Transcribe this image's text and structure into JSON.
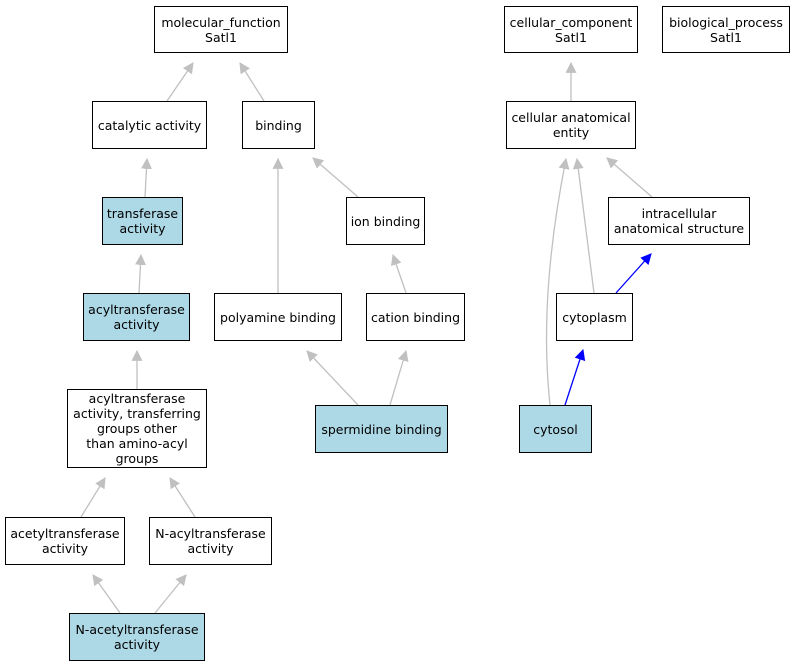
{
  "colors": {
    "highlight_fill": "#add8e6",
    "normal_fill": "#ffffff",
    "edge_default": "#c0c0c0",
    "edge_highlight": "#0000ff",
    "border": "#000000"
  },
  "nodes": {
    "molecular_function": {
      "label": "molecular_function\nSatl1",
      "highlighted": false
    },
    "catalytic_activity": {
      "label": "catalytic activity",
      "highlighted": false
    },
    "binding": {
      "label": "binding",
      "highlighted": false
    },
    "transferase_activity": {
      "label": "transferase\nactivity",
      "highlighted": true
    },
    "ion_binding": {
      "label": "ion binding",
      "highlighted": false
    },
    "acyltransferase_activity": {
      "label": "acyltransferase\nactivity",
      "highlighted": true
    },
    "polyamine_binding": {
      "label": "polyamine binding",
      "highlighted": false
    },
    "cation_binding": {
      "label": "cation binding",
      "highlighted": false
    },
    "acyltransferase_other": {
      "label": "acyltransferase\nactivity, transferring\ngroups other\nthan amino-acyl\ngroups",
      "highlighted": false
    },
    "spermidine_binding": {
      "label": "spermidine binding",
      "highlighted": true
    },
    "acetyltransferase_activity": {
      "label": "acetyltransferase\nactivity",
      "highlighted": false
    },
    "n_acyltransferase_activity": {
      "label": "N-acyltransferase\nactivity",
      "highlighted": false
    },
    "n_acetyltransferase_activity": {
      "label": "N-acetyltransferase\nactivity",
      "highlighted": true
    },
    "cellular_component": {
      "label": "cellular_component\nSatl1",
      "highlighted": false
    },
    "biological_process": {
      "label": "biological_process\nSatl1",
      "highlighted": false
    },
    "cellular_anatomical_entity": {
      "label": "cellular anatomical\nentity",
      "highlighted": false
    },
    "intracellular_anatomical_structure": {
      "label": "intracellular\nanatomical structure",
      "highlighted": false
    },
    "cytoplasm": {
      "label": "cytoplasm",
      "highlighted": false
    },
    "cytosol": {
      "label": "cytosol",
      "highlighted": true
    }
  },
  "edges": [
    {
      "from": "catalytic_activity",
      "to": "molecular_function",
      "highlighted": false
    },
    {
      "from": "binding",
      "to": "molecular_function",
      "highlighted": false
    },
    {
      "from": "transferase_activity",
      "to": "catalytic_activity",
      "highlighted": false
    },
    {
      "from": "acyltransferase_activity",
      "to": "transferase_activity",
      "highlighted": false
    },
    {
      "from": "acyltransferase_other",
      "to": "acyltransferase_activity",
      "highlighted": false
    },
    {
      "from": "acetyltransferase_activity",
      "to": "acyltransferase_other",
      "highlighted": false
    },
    {
      "from": "n_acyltransferase_activity",
      "to": "acyltransferase_other",
      "highlighted": false
    },
    {
      "from": "n_acetyltransferase_activity",
      "to": "acetyltransferase_activity",
      "highlighted": false
    },
    {
      "from": "n_acetyltransferase_activity",
      "to": "n_acyltransferase_activity",
      "highlighted": false
    },
    {
      "from": "ion_binding",
      "to": "binding",
      "highlighted": false
    },
    {
      "from": "polyamine_binding",
      "to": "binding",
      "highlighted": false
    },
    {
      "from": "cation_binding",
      "to": "ion_binding",
      "highlighted": false
    },
    {
      "from": "spermidine_binding",
      "to": "polyamine_binding",
      "highlighted": false
    },
    {
      "from": "spermidine_binding",
      "to": "cation_binding",
      "highlighted": false
    },
    {
      "from": "cellular_anatomical_entity",
      "to": "cellular_component",
      "highlighted": false
    },
    {
      "from": "intracellular_anatomical_structure",
      "to": "cellular_anatomical_entity",
      "highlighted": false
    },
    {
      "from": "cytoplasm",
      "to": "cellular_anatomical_entity",
      "highlighted": false
    },
    {
      "from": "cytosol",
      "to": "cellular_anatomical_entity",
      "highlighted": false
    },
    {
      "from": "cytoplasm",
      "to": "intracellular_anatomical_structure",
      "highlighted": true
    },
    {
      "from": "cytosol",
      "to": "cytoplasm",
      "highlighted": true
    }
  ]
}
